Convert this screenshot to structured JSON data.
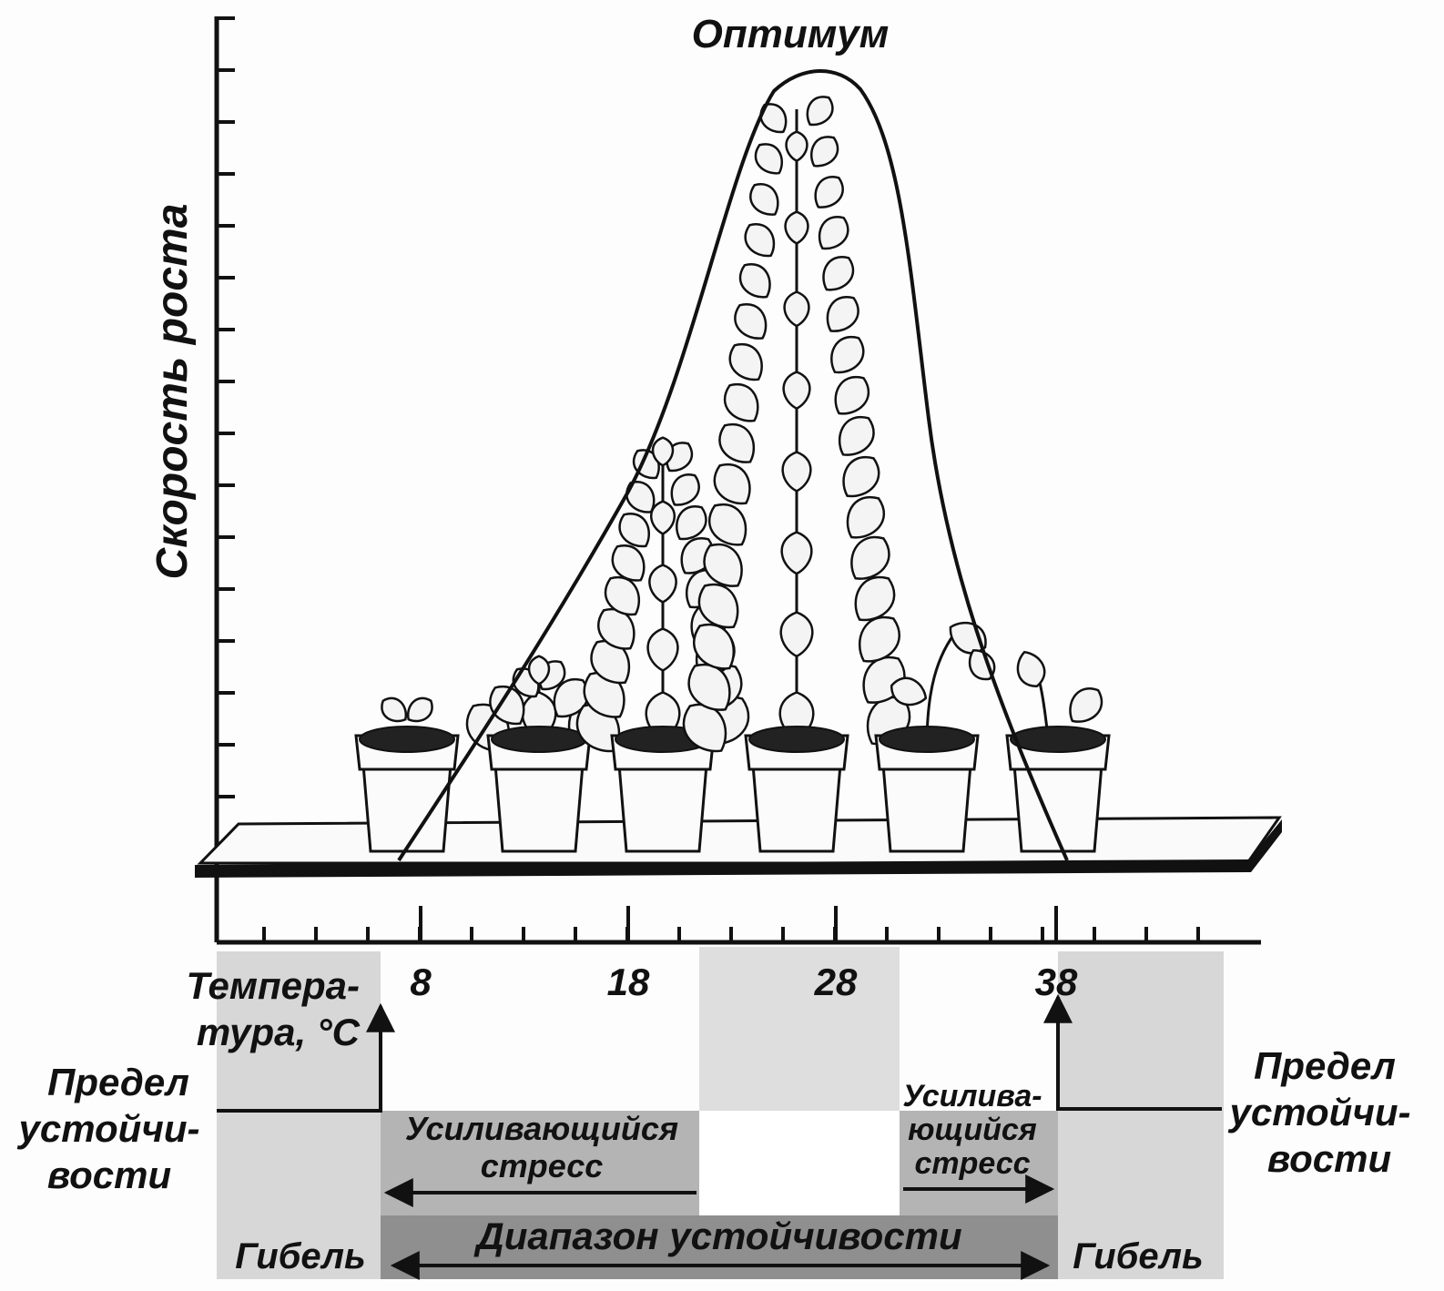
{
  "figure": {
    "optimum_label": "Оптимум",
    "y_axis_label": "Скорость роста",
    "x_axis_label_line1": "Темпера-",
    "x_axis_label_line2": "тура, °С",
    "x_ticks": [
      "8",
      "18",
      "28",
      "38"
    ],
    "left_limit_line1": "Предел",
    "left_limit_line2": "устойчи-",
    "left_limit_line3": "вости",
    "right_limit_line1": "Предел",
    "right_limit_line2": "устойчи-",
    "right_limit_line3": "вости",
    "left_stress_line1": "Усиливающийся",
    "left_stress_line2": "стресс",
    "right_stress_line1": "Усилива-",
    "right_stress_line2": "ющийся",
    "right_stress_line3": "стресс",
    "tolerance_range": "Диапазон устойчивости",
    "death_left": "Гибель",
    "death_right": "Гибель"
  },
  "colors": {
    "ink": "#111111",
    "light_shade": "#d7d7d7",
    "mid_shade": "#b4b4b4",
    "dark_shade": "#8f8f8f"
  },
  "pots": [
    {
      "plant": "seedling"
    },
    {
      "plant": "small-bush"
    },
    {
      "plant": "medium-plant"
    },
    {
      "plant": "tall-plant"
    },
    {
      "plant": "wilting-plant"
    },
    {
      "plant": "dead-plant"
    }
  ]
}
